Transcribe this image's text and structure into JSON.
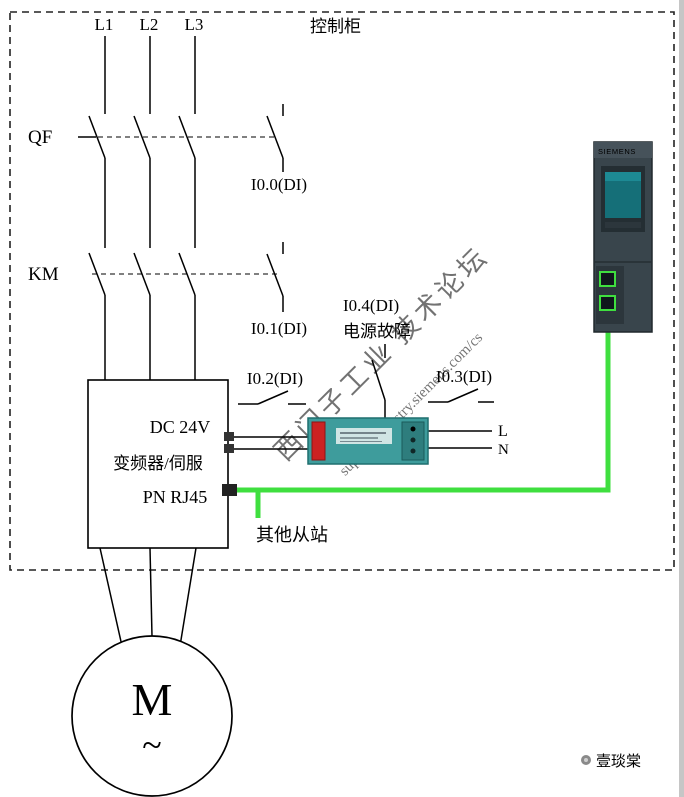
{
  "cabinet": {
    "title": "控制柜"
  },
  "phases": {
    "l1": "L1",
    "l2": "L2",
    "l3": "L3"
  },
  "breaker": {
    "label": "QF",
    "aux_label": "I0.0(DI)"
  },
  "contactor": {
    "label": "KM",
    "aux_label": "I0.1(DI)"
  },
  "di": {
    "i02": "I0.2(DI)",
    "i03": "I0.3(DI)",
    "i04": "I0.4(DI)",
    "power_fault": "电源故障"
  },
  "psu": {
    "l": "L",
    "n": "N"
  },
  "drive": {
    "dc": "DC 24V",
    "name": "变频器/伺服",
    "port": "PN RJ45"
  },
  "network": {
    "other_slaves": "其他从站"
  },
  "plc": {
    "brand": "SIEMENS"
  },
  "motor": {
    "letter": "M",
    "ac": "~"
  },
  "watermark": {
    "line1": "西门子工业 技术论坛",
    "line2": "support.industry.siemens.com/cs"
  },
  "signature": {
    "name": "壹琰棠"
  },
  "colors": {
    "cable": "#3fdf3f",
    "psu": "#3e9c9c",
    "psu_terminal": "#2e7d7d",
    "plc_body": "#39454c",
    "plc_screen": "#156f78"
  }
}
